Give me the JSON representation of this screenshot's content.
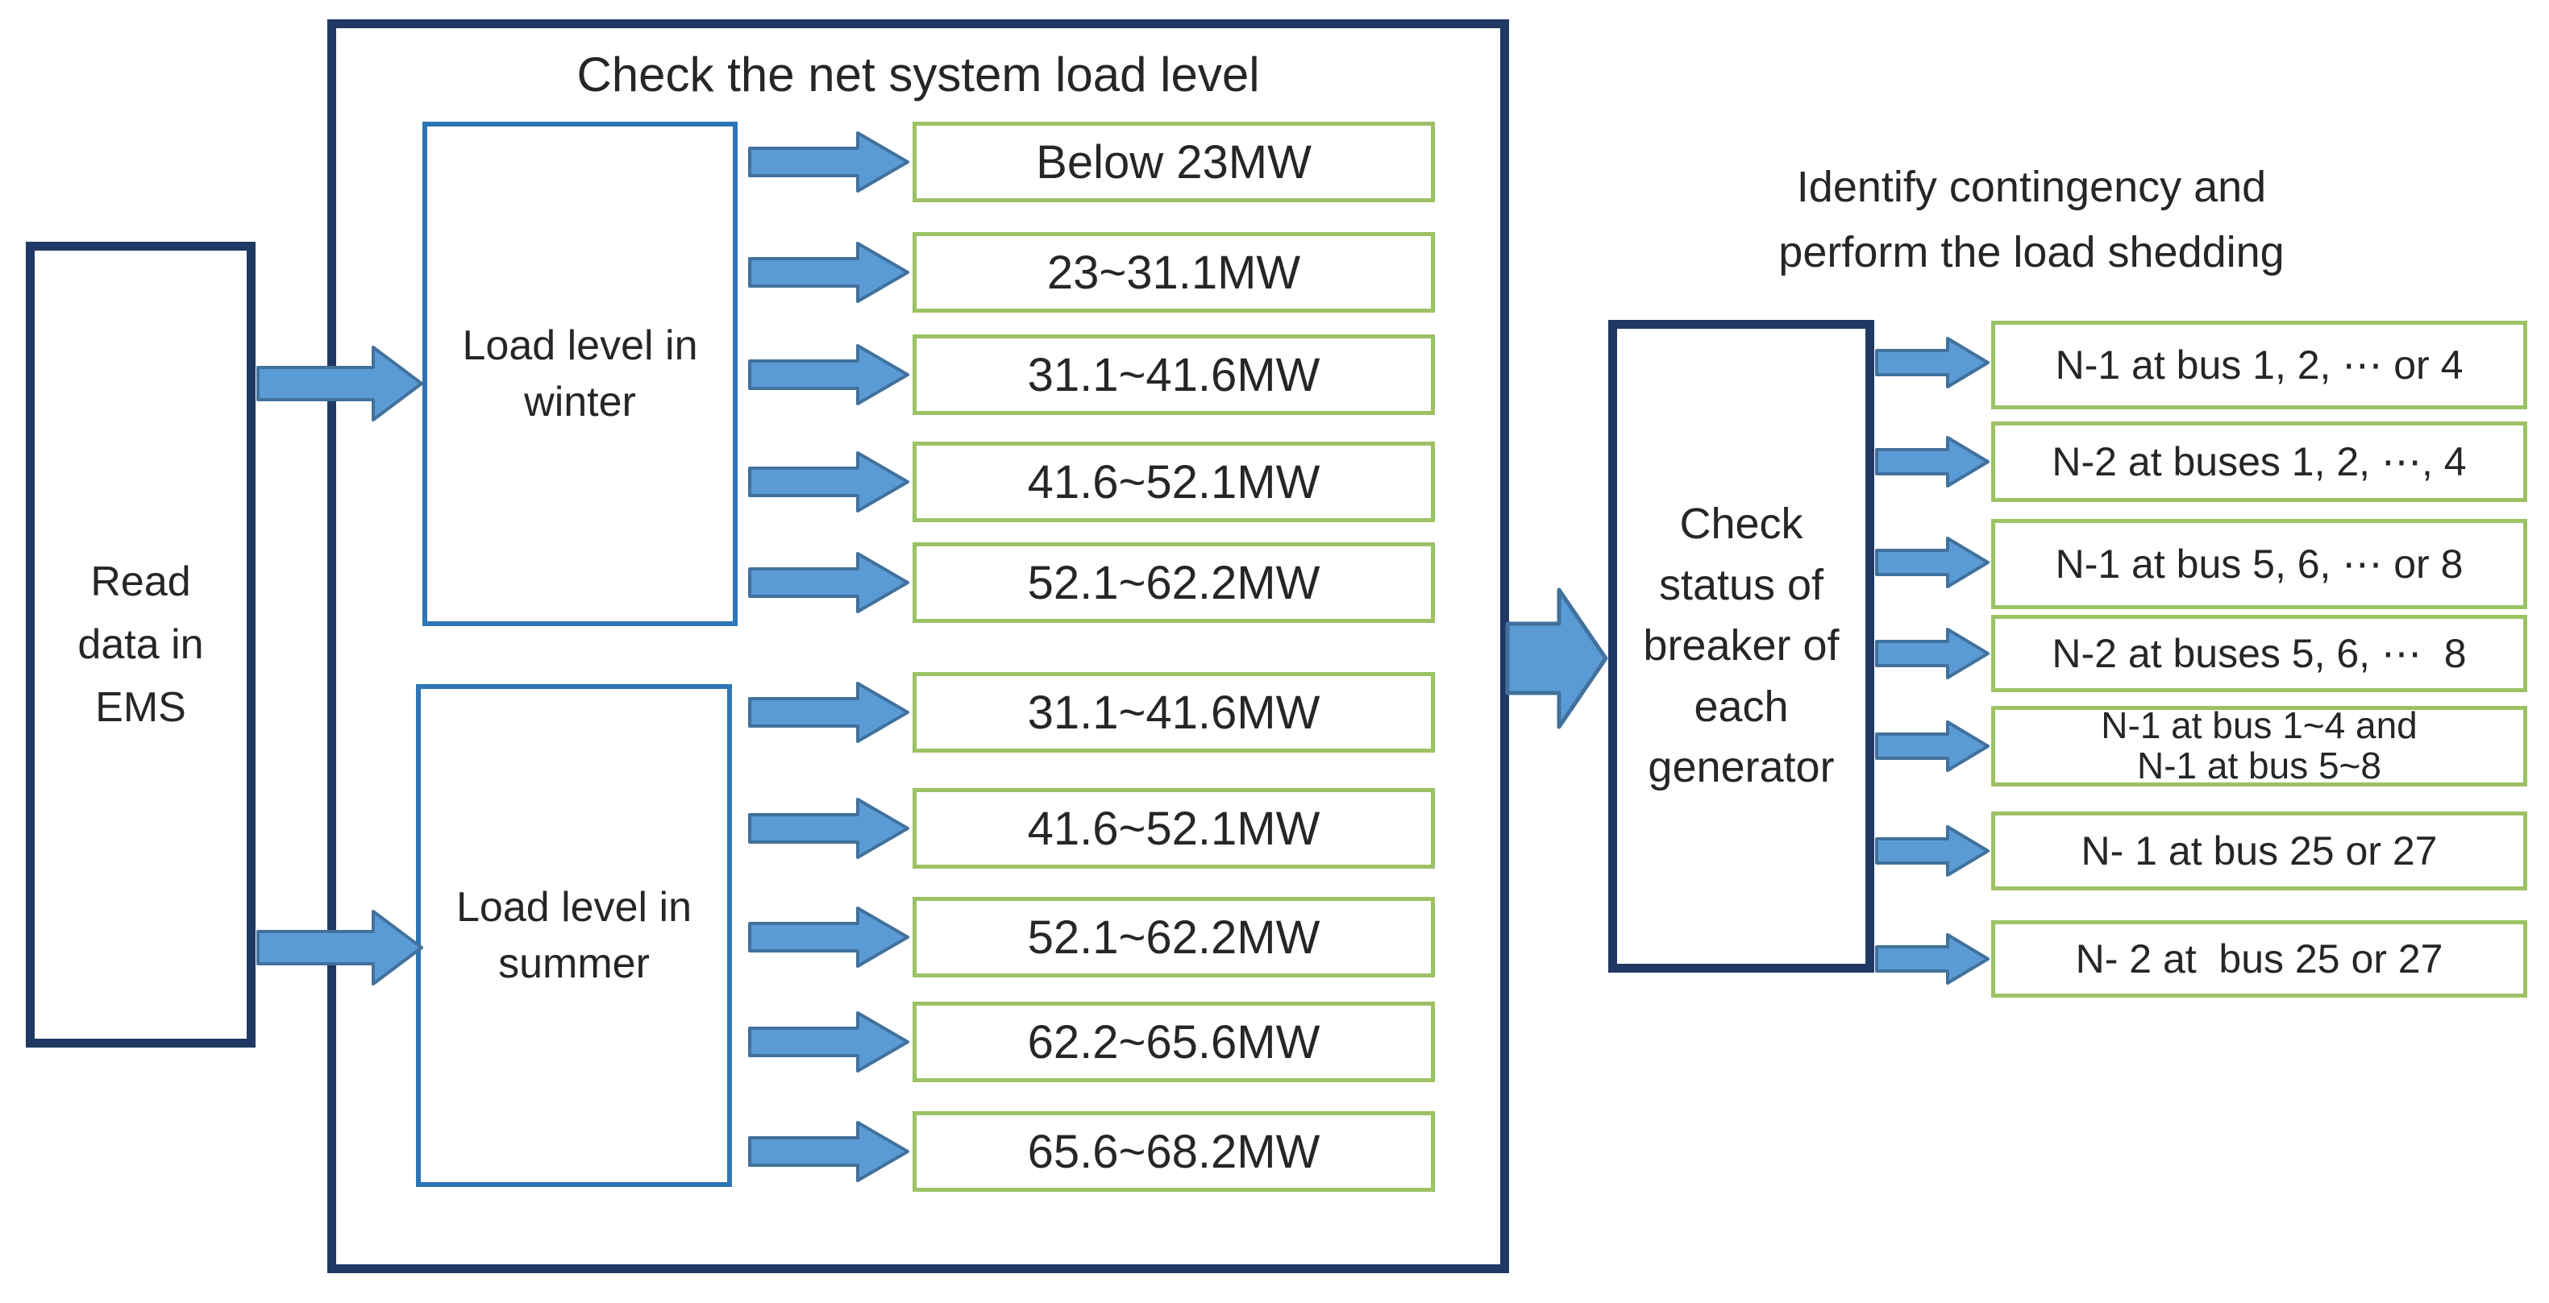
{
  "left_box": {
    "label": "Read data in EMS"
  },
  "net_load_section": {
    "title": "Check the net system load level",
    "winter_box": {
      "label": "Load level in winter"
    },
    "summer_box": {
      "label": "Load level in summer"
    },
    "winter_ranges": [
      "Below 23MW",
      "23~31.1MW",
      "31.1~41.6MW",
      "41.6~52.1MW",
      "52.1~62.2MW"
    ],
    "summer_ranges": [
      "31.1~41.6MW",
      "41.6~52.1MW",
      "52.1~62.2MW",
      "62.2~65.6MW",
      "65.6~68.2MW"
    ]
  },
  "contingency_section": {
    "title_line1": "Identify contingency and",
    "title_line2": "perform the load shedding",
    "check_box": {
      "label": "Check status of breaker of each generator"
    },
    "contingencies": [
      "N-1 at bus 1, 2, ⋯ or 4",
      "N-2 at buses 1, 2, ⋯, 4",
      "N-1 at bus 5, 6, ⋯ or 8",
      "N-2 at buses 5, 6, ⋯  8",
      "N-1 at bus 1~4 and\nN-1 at bus 5~8",
      "N- 1 at bus 25 or 27",
      "N- 2 at  bus 25 or 27"
    ]
  },
  "colors": {
    "dark_navy": "#203864",
    "medium_blue": "#2E75B6",
    "green_border": "#9CC265",
    "arrow_fill": "#5B9BD5",
    "arrow_stroke": "#41719C"
  }
}
